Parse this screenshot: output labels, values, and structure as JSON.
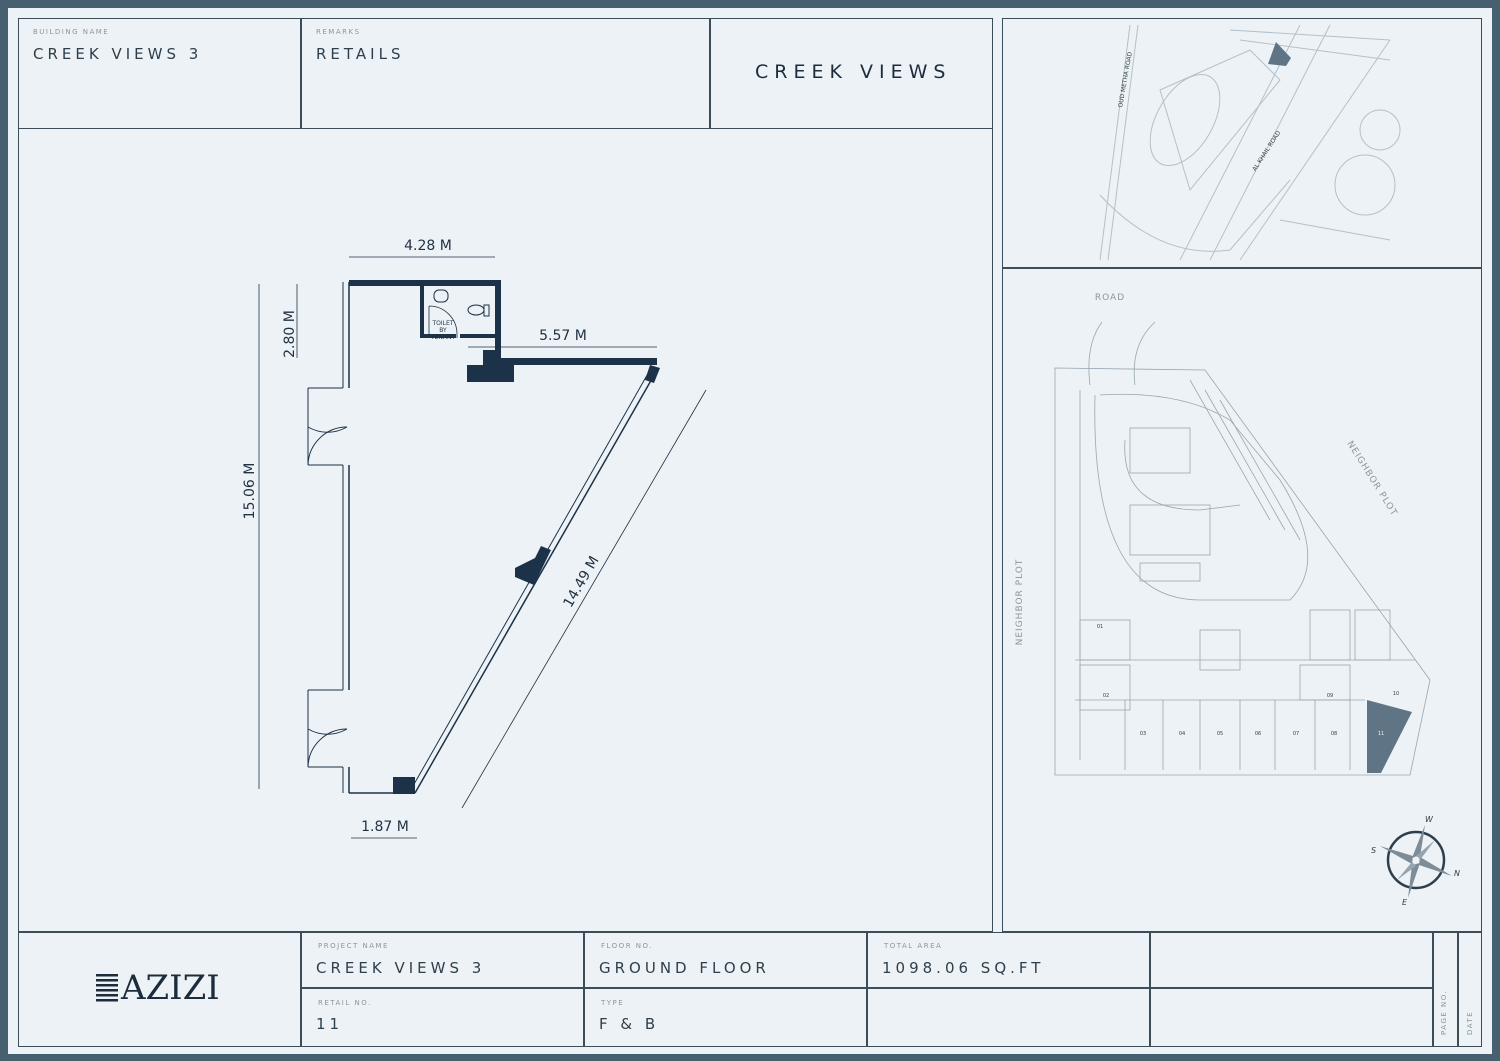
{
  "header": {
    "building_name_label": "BUILDING NAME",
    "building_name": "CREEK VIEWS 3",
    "remarks_label": "REMARKS",
    "remarks": "RETAILS",
    "title": "CREEK VIEWS"
  },
  "floor_plan": {
    "dimensions": {
      "top": "4.28 M",
      "toilet_height": "2.80 M",
      "right_top": "5.57 M",
      "left_height": "15.06 M",
      "diagonal": "14.49 M",
      "bottom": "1.87 M"
    },
    "toilet_label": [
      "TOILET",
      "BY",
      "TENANT"
    ]
  },
  "location_map": {
    "roads": [
      "OUD METHA ROAD",
      "AL KHAIL ROAD"
    ]
  },
  "site_plan": {
    "labels": {
      "road": "ROAD",
      "neighbor_right": "NEIGHBOR PLOT",
      "neighbor_left": "NEIGHBOR PLOT"
    },
    "units": [
      "01",
      "02",
      "03",
      "04",
      "05",
      "06",
      "07",
      "08",
      "09",
      "10",
      "11"
    ],
    "highlight_unit": "11",
    "highlight_color": "#5f7585"
  },
  "compass": {
    "w": "W",
    "s": "S",
    "n": "N",
    "e": "E"
  },
  "footer": {
    "logo_text": "AZIZI",
    "project_name_label": "PROJECT NAME",
    "project_name": "CREEK VIEWS 3",
    "floor_label": "FLOOR NO.",
    "floor": "GROUND FLOOR",
    "area_label": "TOTAL AREA",
    "area": "1098.06 SQ.FT",
    "retail_label": "RETAIL NO.",
    "retail": "11",
    "type_label": "TYPE",
    "type": "F & B",
    "page_label": "PAGE NO.",
    "date_label": "DATE"
  },
  "colors": {
    "frame": "#46606f",
    "paper": "#edf2f6",
    "wall": "#1c3248"
  }
}
